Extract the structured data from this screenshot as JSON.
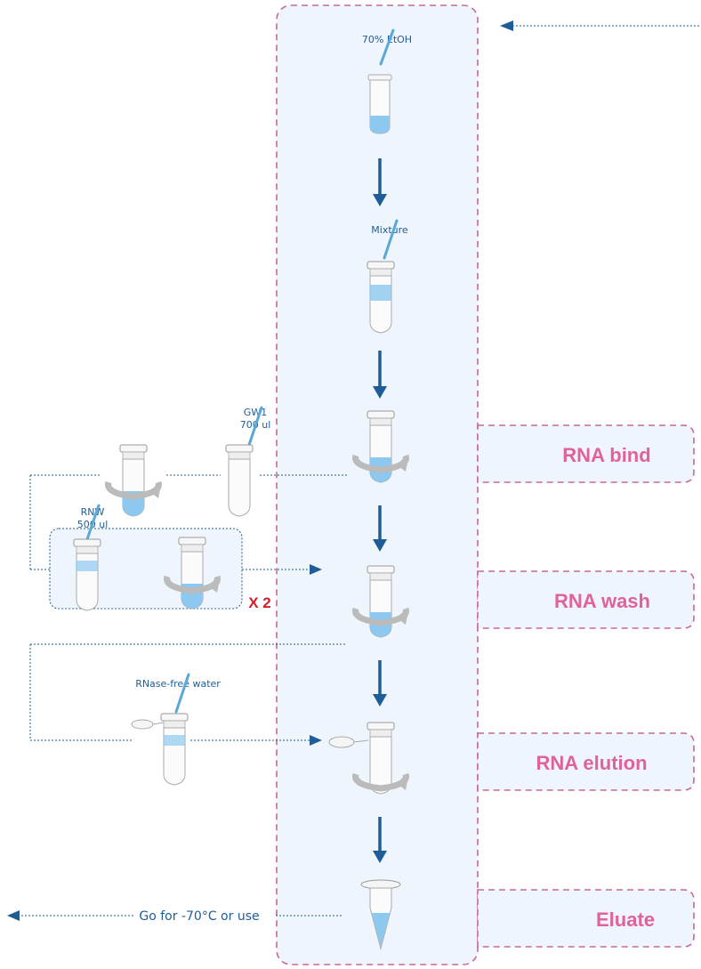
{
  "labels": {
    "etoh": "70% EtOH",
    "mixture": "Mixture",
    "gw1": "GW1",
    "gw1_volume": "700 ul",
    "rnw": "RNW",
    "rnw_volume": "500 ul",
    "rnase_free_water": "RNase-free water"
  },
  "stages": {
    "bind": "RNA bind",
    "wash": "RNA wash",
    "elution": "RNA elution",
    "eluate": "Eluate"
  },
  "repeat": "X 2",
  "final_step": "Go for -70°C or use",
  "colors": {
    "arrow": "#1f5d96",
    "stage_text": "#e0629a",
    "dashed_border": "#c9679a",
    "panel_fill": "#eef5fd",
    "liquid": "#8cc8ef",
    "repeat_text": "#d11f2a"
  }
}
